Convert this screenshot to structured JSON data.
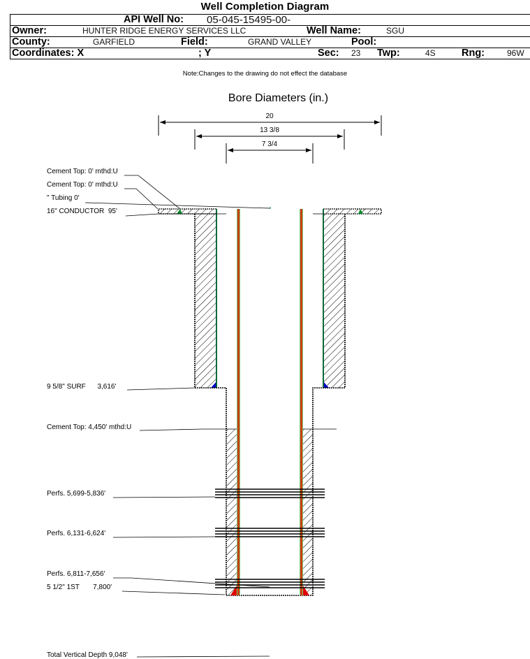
{
  "title": "Well Completion Diagram",
  "header": {
    "api_label": "API Well No:",
    "api_value": "05-045-15495-00-",
    "owner_label": "Owner:",
    "owner_value": "HUNTER RIDGE ENERGY SERVICES LLC",
    "well_name_label": "Well Name:",
    "well_name_value": "SGU",
    "county_label": "County:",
    "county_value": "GARFIELD",
    "field_label": "Field:",
    "field_value": "GRAND VALLEY",
    "pool_label": "Pool:",
    "pool_value": "",
    "coords_label": "Coordinates: X",
    "coords_y_label": "; Y",
    "sec_label": "Sec:",
    "sec_value": "23",
    "twp_label": "Twp:",
    "twp_value": "4S",
    "rng_label": "Rng:",
    "rng_value": "96W"
  },
  "note": "Note:Changes to the drawing do not effect the database",
  "bore": {
    "title": "Bore Diameters (in.)",
    "diameters": [
      "20",
      "13 3/8",
      "7 3/4"
    ]
  },
  "callouts": {
    "cement_top_1": "Cement Top: 0' mthd:U",
    "cement_top_2": "Cement Top: 0' mthd:U",
    "tubing": "\" Tubing 0'",
    "conductor": "16\" CONDUCTOR  95'",
    "surface_casing": "9 5/8\" SURF      3,616'",
    "cement_top_3": "Cement Top: 4,450' mthd:U",
    "perfs_1": "Perfs. 5,699-5,836'",
    "perfs_2": "Perfs. 6,131-6,624'",
    "perfs_3": "Perfs. 6,811-7,656'",
    "production_casing": "5 1/2\" 1ST       7,800'",
    "tvd": "Total Vertical Depth 9,048'"
  },
  "colors": {
    "tubing": "#d42a00",
    "tubing_edge": "#7fc97f",
    "casing_liner": "#0a6b3a",
    "cement_shoe_surface": "#0000cc",
    "cement_shoe_production": "#e00000",
    "cement_green": "#0a8a2a"
  }
}
